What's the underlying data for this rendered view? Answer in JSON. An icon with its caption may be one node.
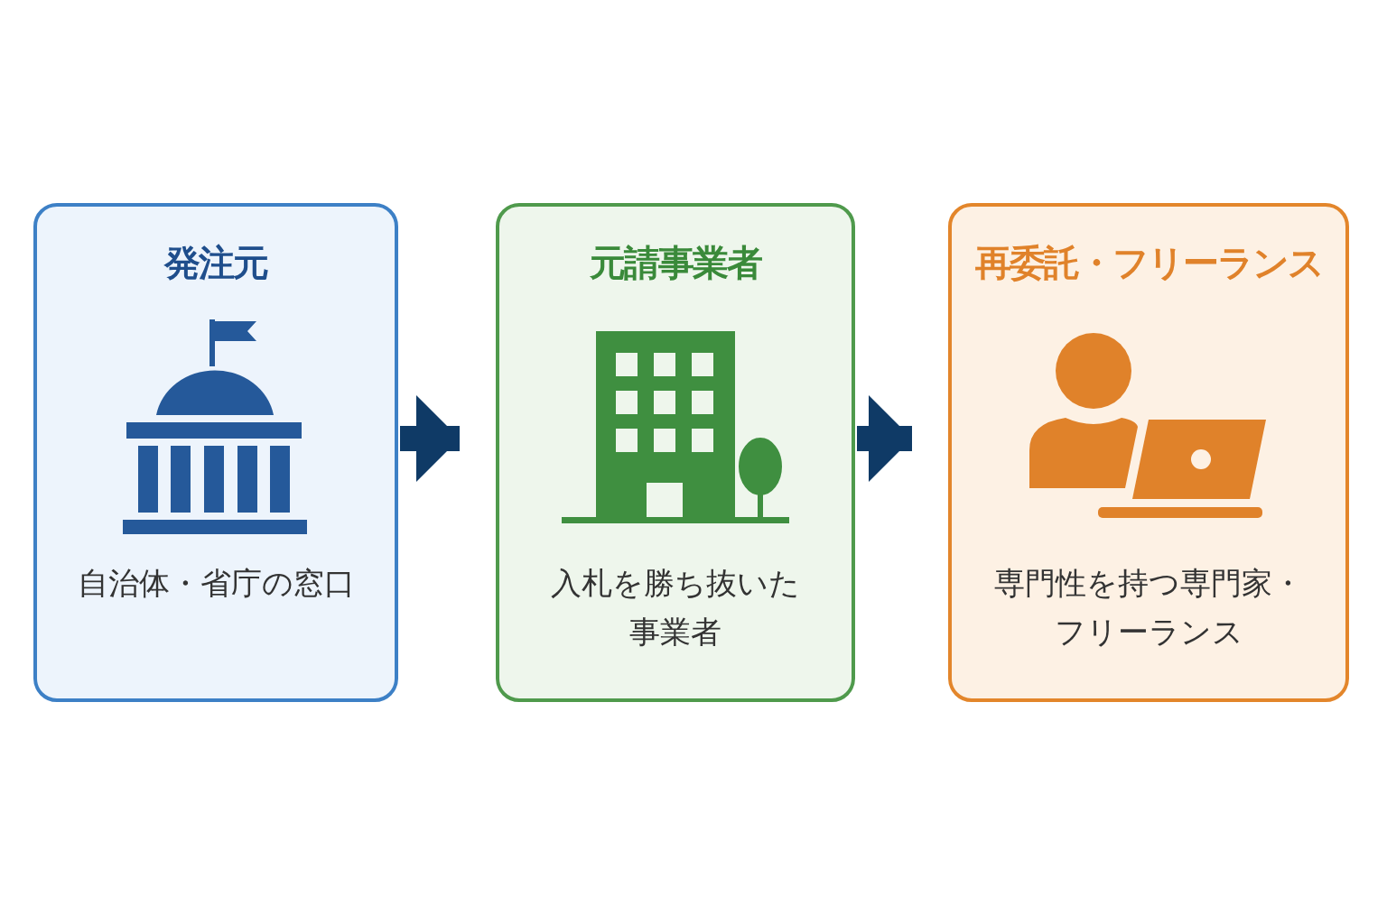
{
  "diagram": {
    "nodes": [
      {
        "text": [
          "発注元",
          "自治体・省庁の窓口"
        ]
      },
      {
        "text": [
          "元請事業者",
          "入札を勝ち抜いた事業者"
        ]
      },
      {
        "text": [
          "再委託・フリーランス",
          "専門性を持つ専門家・フリーランス"
        ]
      }
    ],
    "edges": [
      {
        "from": 0,
        "to": 1,
        "arrow": "to"
      },
      {
        "from": 1,
        "to": 2,
        "arrow": "to"
      }
    ]
  }
}
